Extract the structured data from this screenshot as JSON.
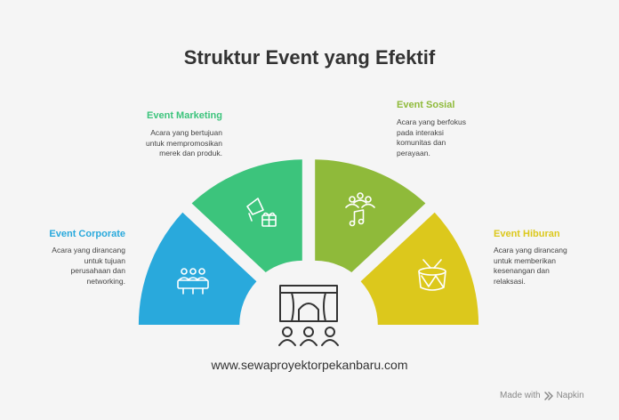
{
  "title": "Struktur Event yang Efektif",
  "website": "www.sewaproyektorpekanbaru.com",
  "footer": {
    "made_with": "Made with",
    "brand": "Napkin"
  },
  "segments": [
    {
      "name": "Event Corporate",
      "description": [
        "Acara yang dirancang",
        "untuk tujuan",
        "perusahaan dan",
        "networking."
      ],
      "color": "#29a9dc",
      "icon": "group-meeting-icon"
    },
    {
      "name": "Event Marketing",
      "description": [
        "Acara yang bertujuan",
        "untuk mempromosikan",
        "merek dan produk."
      ],
      "color": "#3cc47c",
      "icon": "megaphone-gift-icon"
    },
    {
      "name": "Event Sosial",
      "description": [
        "Acara yang berfokus",
        "pada interaksi",
        "komunitas dan",
        "perayaan."
      ],
      "color": "#8fba3a",
      "icon": "community-music-icon"
    },
    {
      "name": "Event Hiburan",
      "description": [
        "Acara yang dirancang",
        "untuk memberikan",
        "kesenangan dan",
        "relaksasi."
      ],
      "color": "#dcc81c",
      "icon": "drum-icon"
    }
  ],
  "center_icon": "stage-audience-icon",
  "label_colors": {
    "corporate": "#29a9dc",
    "marketing": "#3cc47c",
    "sosial": "#8fba3a",
    "hiburan": "#dcc81c"
  }
}
